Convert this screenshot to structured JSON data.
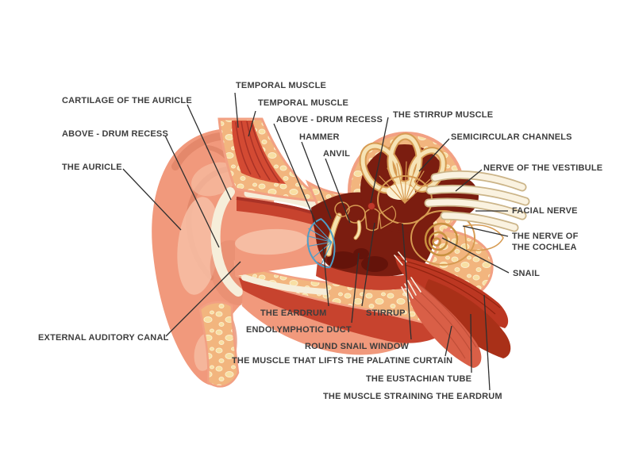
{
  "figure": {
    "type": "anatomy-diagram",
    "subject": "Cross-section of the human ear with labeled parts",
    "background": "white"
  },
  "colors": {
    "background": "#FFFFFF",
    "label_text": "#3D3D3D",
    "leader_line": "#2F2F2F",
    "skin": "#F1997C",
    "skin_highlight": "#F6BDA3",
    "skin_shadow": "#DF8366",
    "bone": "#F2B57E",
    "bone_spots": "#F8DFA3",
    "bone_edge": "#F2A083",
    "muscle_red": "#D34A33",
    "muscle_dark": "#A93226",
    "cavity": "#7B1D10",
    "cavity_floor_red": "#C7432E",
    "ossicle_cream": "#F6E2AE",
    "ossicle_outline": "#D79B52",
    "eardrum_blue": "#7FC4E8",
    "eardrum_outline": "#4E9EC7",
    "nerve_cream": "#FAF2E0",
    "nerve_outline": "#CBB488",
    "cochlea": "#F5E1AE",
    "stirrup_muscle_dot": "#C0392B"
  },
  "labels": [
    {
      "id": "cartilage-of-the-auricle",
      "text": "CARTILAGE OF THE AURICLE"
    },
    {
      "id": "above-drum-recess-left",
      "text": "ABOVE - DRUM RECESS"
    },
    {
      "id": "the-auricle",
      "text": "THE AURICLE"
    },
    {
      "id": "external-auditory-canal",
      "text": "EXTERNAL AUDITORY CANAL"
    },
    {
      "id": "temporal-muscle-1",
      "text": "TEMPORAL MUSCLE"
    },
    {
      "id": "temporal-muscle-2",
      "text": "TEMPORAL MUSCLE"
    },
    {
      "id": "above-drum-recess-top",
      "text": "ABOVE - DRUM RECESS"
    },
    {
      "id": "hammer",
      "text": "HAMMER"
    },
    {
      "id": "anvil",
      "text": "ANVIL"
    },
    {
      "id": "the-stirrup-muscle",
      "text": "THE STIRRUP MUSCLE"
    },
    {
      "id": "semicircular-channels",
      "text": "SEMICIRCULAR CHANNELS"
    },
    {
      "id": "nerve-of-the-vestibule",
      "text": "NERVE OF THE VESTIBULE"
    },
    {
      "id": "facial-nerve",
      "text": "FACIAL NERVE"
    },
    {
      "id": "the-nerve-of-the-cochlea",
      "text": "THE NERVE OF\nTHE COCHLEA"
    },
    {
      "id": "snail",
      "text": "SNAIL"
    },
    {
      "id": "the-eardrum",
      "text": "THE EARDRUM"
    },
    {
      "id": "stirrup",
      "text": "STIRRUP"
    },
    {
      "id": "endolymphotic-duct",
      "text": "ENDOLYMPHOTIC DUCT"
    },
    {
      "id": "round-snail-window",
      "text": "ROUND SNAIL WINDOW"
    },
    {
      "id": "muscle-lifts-palatine",
      "text": "THE MUSCLE THAT LIFTS THE PALATINE CURTAIN"
    },
    {
      "id": "eustachian-tube",
      "text": "THE EUSTACHIAN TUBE"
    },
    {
      "id": "muscle-straining-eardrum",
      "text": "THE MUSCLE STRAINING THE EARDRUM"
    }
  ]
}
